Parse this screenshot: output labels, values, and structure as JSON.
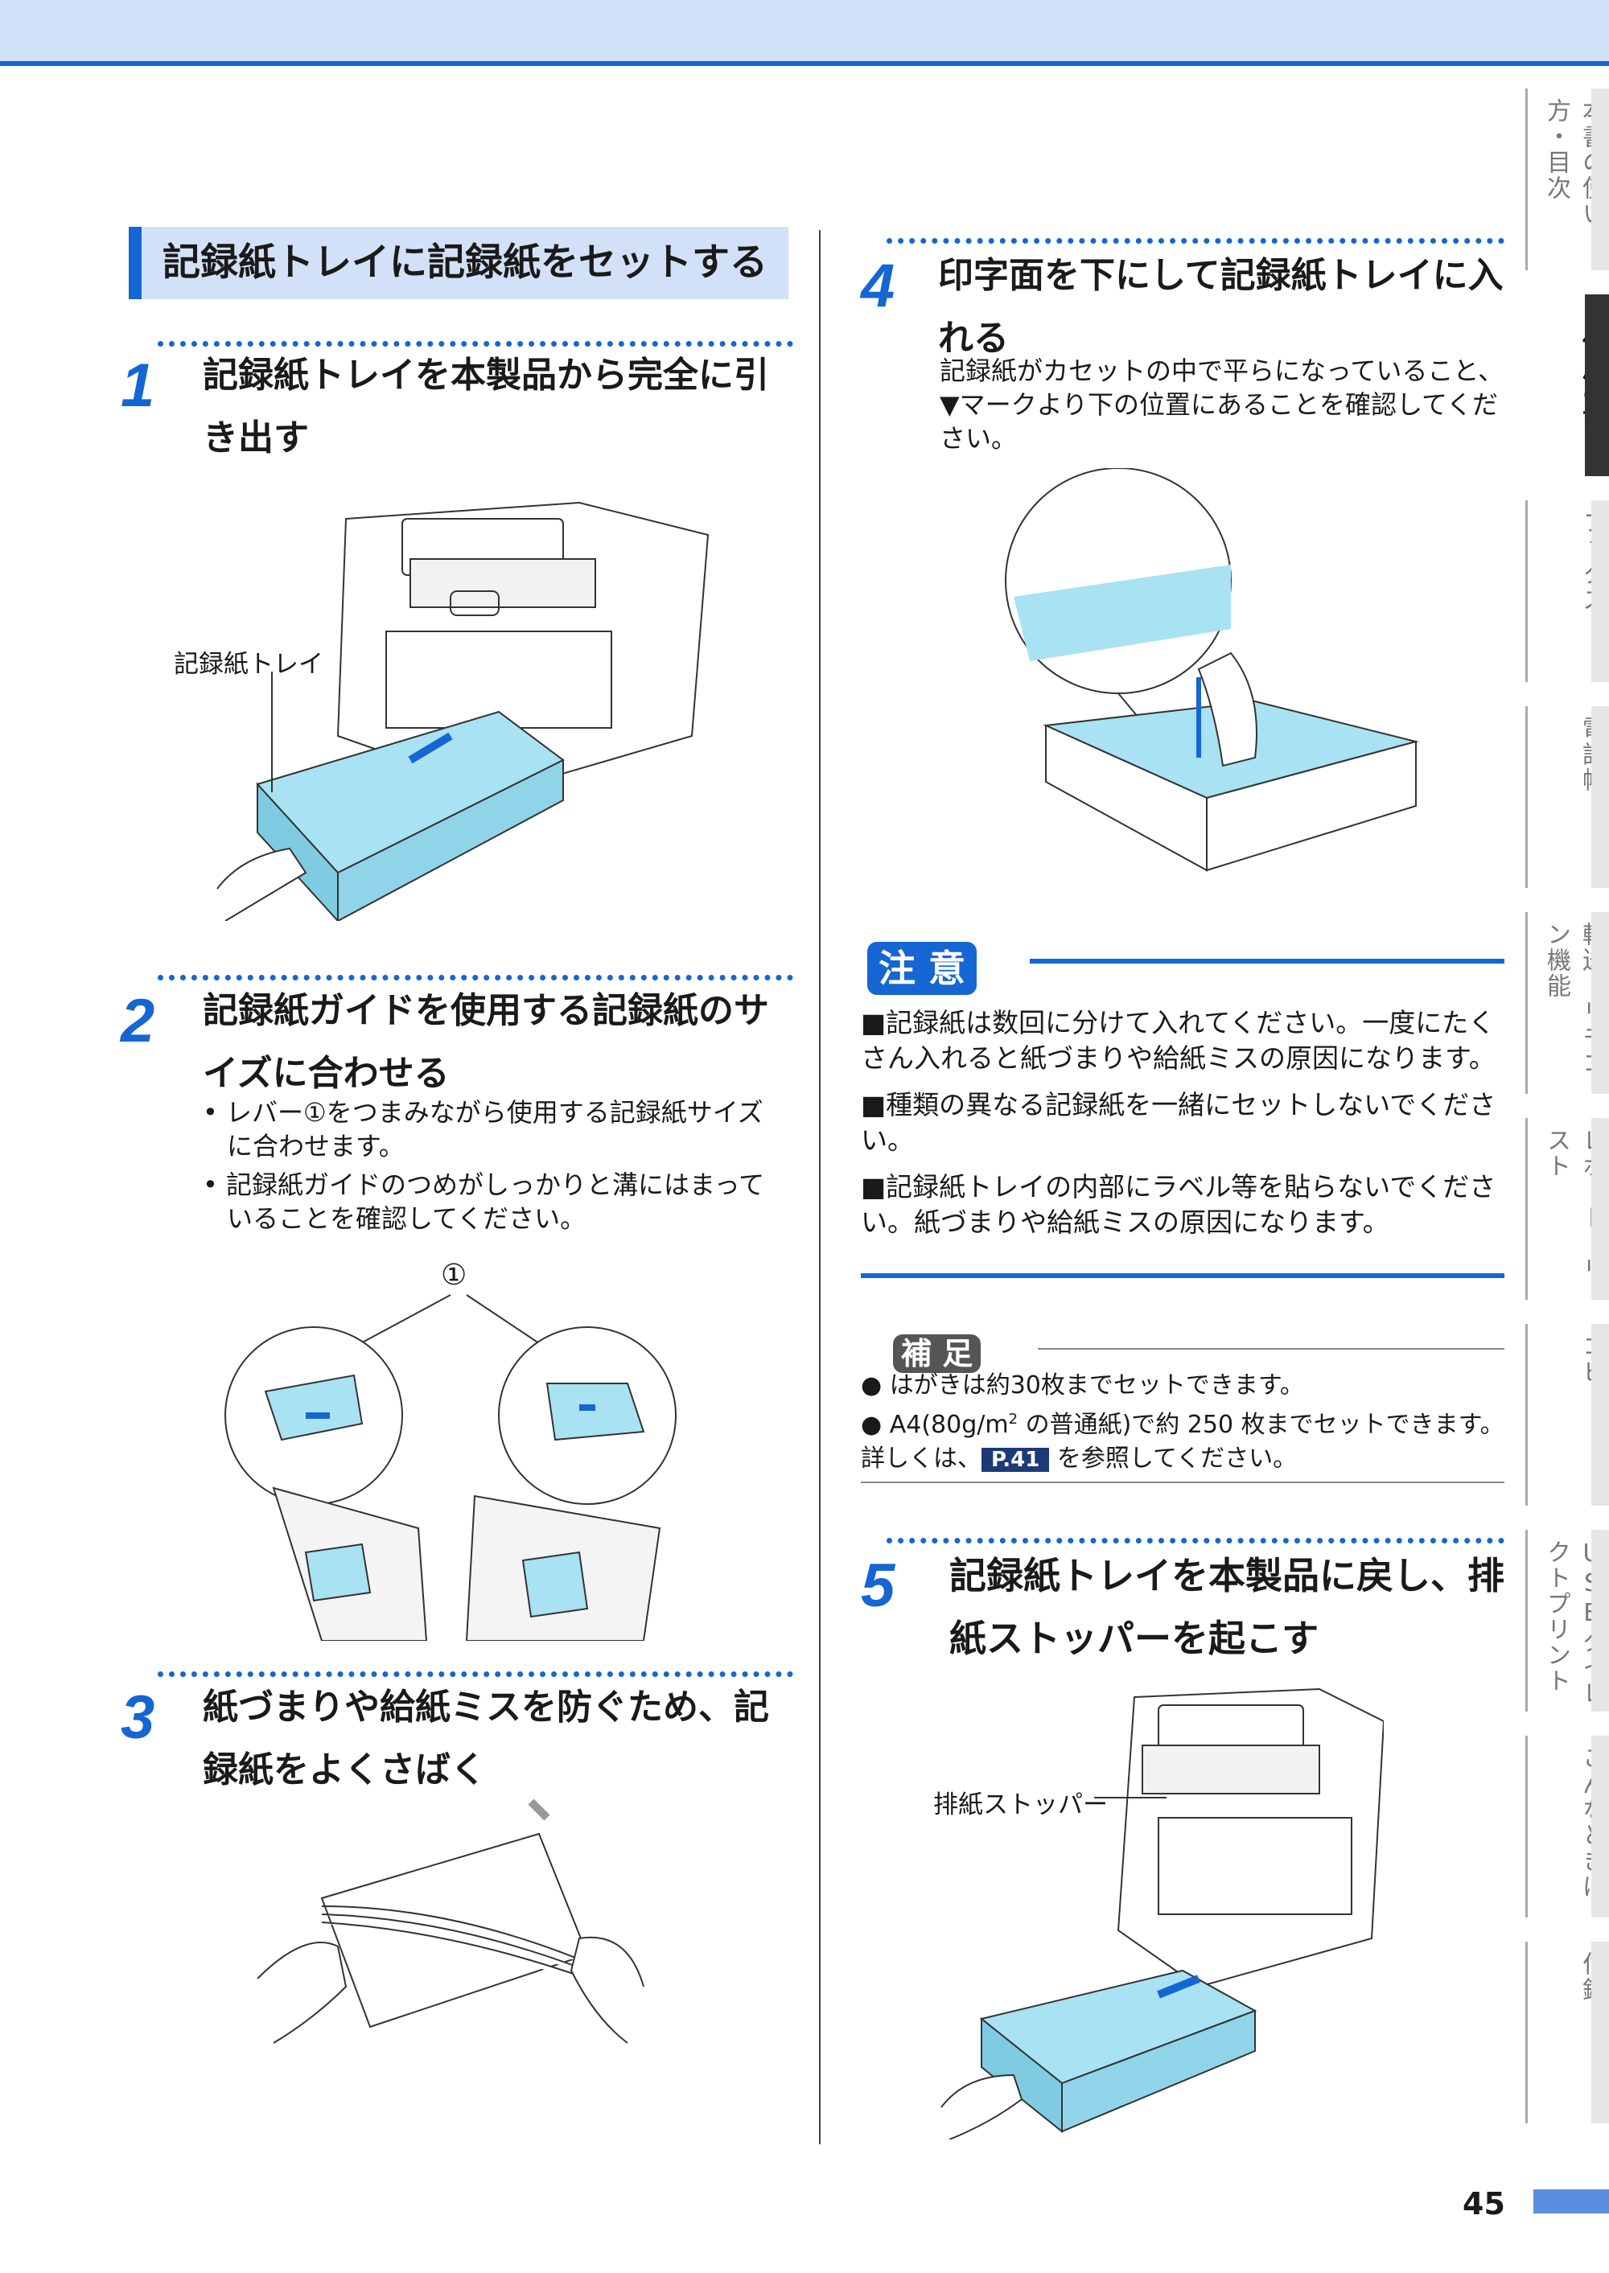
{
  "section_title": "記録紙トレイに記録紙をセットする",
  "steps": [
    {
      "num": "1",
      "title_lines": [
        "記録紙トレイを本製品から完全に引",
        "き出す"
      ],
      "label": "記録紙トレイ"
    },
    {
      "num": "2",
      "title_lines": [
        "記録紙ガイドを使用する記録紙のサ",
        "イズに合わせる"
      ],
      "bullets": [
        "• レバー①をつまみながら使用する記録紙サイズに合わせます。",
        "• 記録紙ガイドのつめがしっかりと溝にはまっていることを確認してください。"
      ],
      "callout": "①"
    },
    {
      "num": "3",
      "title_lines": [
        "紙づまりや給紙ミスを防ぐため、記",
        "録紙をよくさばく"
      ]
    },
    {
      "num": "4",
      "title_lines": [
        "印字面を下にして記録紙トレイに入",
        "れる"
      ],
      "body": "記録紙がカセットの中で平らになっていること、▼マークより下の位置にあることを確認してください。"
    },
    {
      "num": "5",
      "title_lines": [
        "記録紙トレイを本製品に戻し、排",
        "紙ストッパーを起こす"
      ],
      "label": "排紙ストッパー"
    }
  ],
  "caution": {
    "badge": "注 意",
    "items": [
      "■記録紙は数回に分けて入れてください。一度にたくさん入れると紙づまりや給紙ミスの原因になります。",
      "■種類の異なる記録紙を一緒にセットしないでください。",
      "■記録紙トレイの内部にラベル等を貼らないでください。紙づまりや給紙ミスの原因になります。"
    ]
  },
  "note": {
    "badge": "補 足",
    "item1": "● はがきは約30枚までセットできます。",
    "item2_a": "● A4(80g/m",
    "item2_sup": "2",
    "item2_b": " の普通紙)で約 250 枚までセットできます。詳しくは、",
    "item2_ref": "P.41",
    "item2_c": " を参照してください。"
  },
  "side_tabs": [
    {
      "label": "本書の使い方・目次",
      "active": false
    },
    {
      "label": "ご使用の前に",
      "active": true
    },
    {
      "label": "ファクス",
      "active": false
    },
    {
      "label": "電話帳",
      "active": false
    },
    {
      "label": "転送・リモコン機能",
      "active": false
    },
    {
      "label": "レポート・リスト",
      "active": false
    },
    {
      "label": "コピー",
      "active": false
    },
    {
      "label": "USBダイレクトプリント",
      "active": false
    },
    {
      "label": "こんなときは",
      "active": false
    },
    {
      "label": "付録",
      "active": false
    }
  ],
  "page_number": "45",
  "colors": {
    "accent": "#1566d3",
    "band": "#d3e1f8",
    "illustration_blue": "#a9e2f2"
  }
}
